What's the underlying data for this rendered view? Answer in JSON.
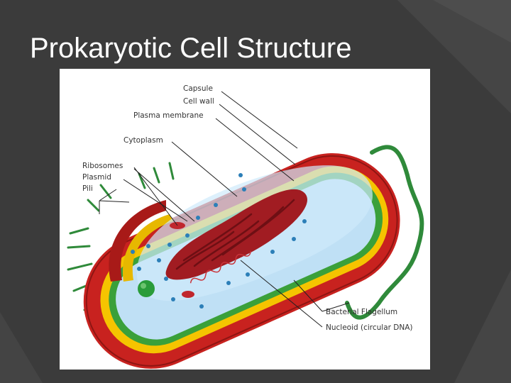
{
  "slide": {
    "title": "Prokaryotic Cell Structure"
  },
  "diagram": {
    "labels": {
      "capsule": "Capsule",
      "cell_wall": "Cell wall",
      "plasma_membrane": "Plasma membrane",
      "cytoplasm": "Cytoplasm",
      "ribosomes": "Ribosomes",
      "plasmid": "Plasmid",
      "pili": "Pili",
      "flagellum": "Bacterial Flagellum",
      "nucleoid": "Nucleoid (circular DNA)"
    },
    "colors": {
      "capsule": "#c8221f",
      "cell_wall": "#f5c400",
      "plasma_membrane": "#3aa03a",
      "cytoplasm": "#bfe0f5",
      "nucleoid": "#a11c22",
      "flagellum": "#2f8a3a",
      "ribosome": "#2c7fb8"
    }
  }
}
